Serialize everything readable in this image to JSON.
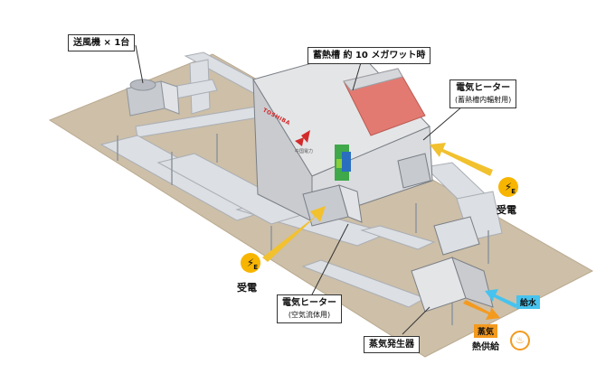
{
  "labels": {
    "blower": "送風機 × 1台",
    "storage_tank": "蓄熱槽 約 10 メガワット時",
    "heater_top_title": "電気ヒーター",
    "heater_top_sub": "(蓄熱槽内輻射用)",
    "heater_bottom_title": "電気ヒーター",
    "heater_bottom_sub": "(空気流体用)",
    "steam_generator": "蒸気発生器",
    "receive_power_left": "受電",
    "receive_power_right": "受電",
    "water_supply": "給水",
    "steam": "蒸気",
    "heat_supply": "熱供給",
    "power_badge_letter": "E"
  },
  "branding": {
    "company_logo": "TOSHIBA",
    "partner_name": "中国電力"
  },
  "icons": {
    "power": "lightning-icon",
    "heat": "heat-supply-icon"
  },
  "colors": {
    "ground": "#cdbfa8",
    "pipe": "#dcdfe3",
    "pipe_shadow": "#a9aeb5",
    "arrow_power": "#f2c12e",
    "arrow_water": "#46c3ee",
    "arrow_steam": "#f39a1f",
    "tank_face": "#c9cbcf",
    "tank_side": "#e4e5e7",
    "stones": "#e37a72"
  }
}
